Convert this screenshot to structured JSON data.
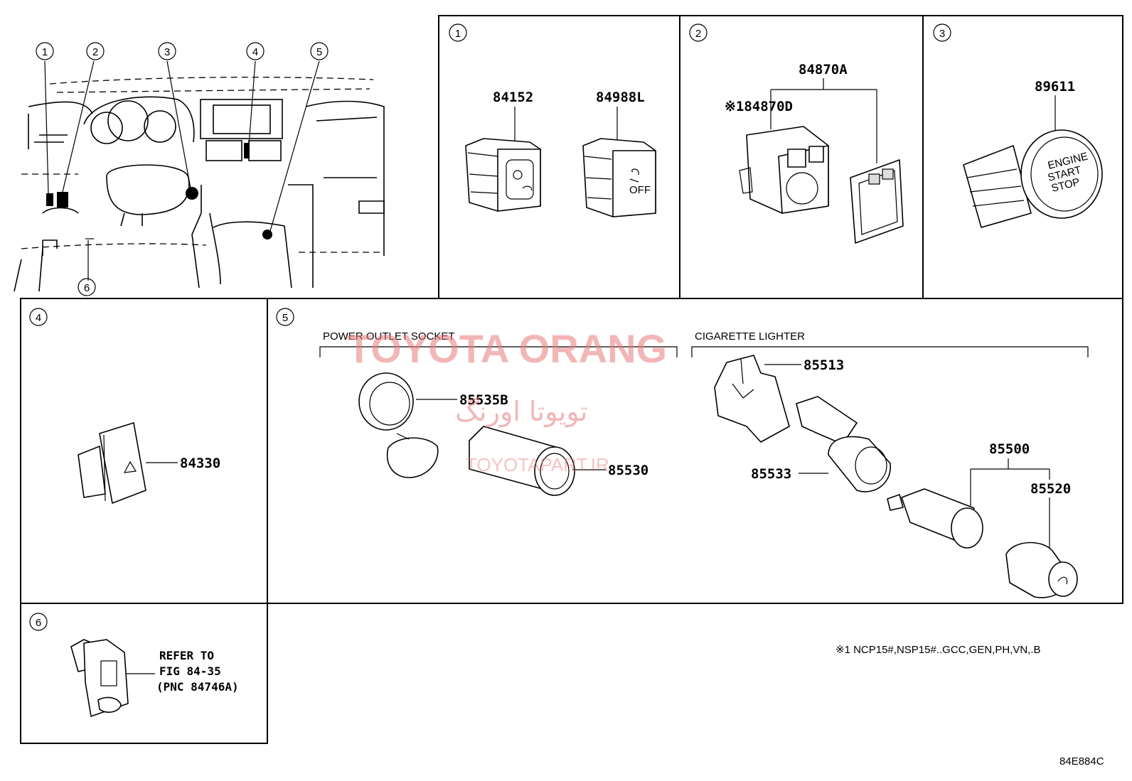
{
  "callouts": {
    "c1": "1",
    "c2": "2",
    "c3": "3",
    "c4": "4",
    "c5": "5",
    "c6": "6"
  },
  "parts": {
    "p84152": "84152",
    "p84988L": "84988L",
    "p84870A": "84870A",
    "p84870D": "※184870D",
    "p89611": "89611",
    "p84330": "84330",
    "p85535B": "85535B",
    "p85530": "85530",
    "p85513": "85513",
    "p85533": "85533",
    "p85500": "85500",
    "p85520": "85520"
  },
  "section_titles": {
    "power_outlet": "POWER OUTLET SOCKET",
    "cigarette": "CIGARETTE LIGHTER"
  },
  "switch_text": {
    "engine": "ENGINE",
    "start": "START",
    "stop": "STOP",
    "off": "OFF"
  },
  "reference": {
    "line1": "REFER TO",
    "line2": "FIG 84-35",
    "line3": "(PNC 84746A)"
  },
  "footnote": "※1 NCP15#,NSP15#..GCC,GEN,PH,VN,.B",
  "diagram_code": "84E884C",
  "watermark": {
    "latin": "TOYOTA ORANG",
    "persian": "تویوتا اورنگ",
    "site": "TOYOTAPART.IR"
  }
}
